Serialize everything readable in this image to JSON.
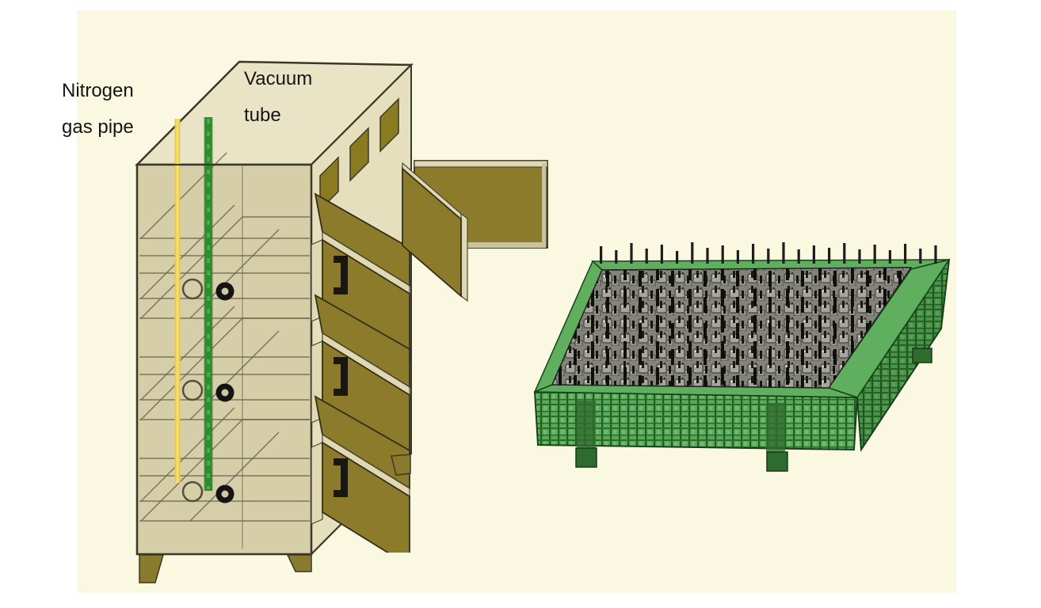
{
  "figure": {
    "labels": {
      "nitrogen_pipe": {
        "line1": "Nitrogen",
        "line2": "gas pipe"
      },
      "vacuum_tube": {
        "line1": "Vacuum",
        "line2": "tube"
      }
    },
    "colors": {
      "page_background": "#FFFFFF",
      "figure_background": "#FAF8E1",
      "cabinet_body": "#D5CEA9",
      "cabinet_top": "#EAE4C6",
      "drawer_panel": "#8C7B2A",
      "outline": "#3A3827",
      "nitrogen_pipe_yellow": "#E8CB4E",
      "vacuum_tube_green": "#2E8B2E",
      "tray_green": "#58A358",
      "handle_black": "#1A1711"
    },
    "cabinet": {
      "drawer_count": 3,
      "vent_count": 3,
      "port_levels": 3,
      "front_feet": 2
    },
    "tray": {
      "back_pin_count": 23,
      "foot_count": 3
    }
  }
}
